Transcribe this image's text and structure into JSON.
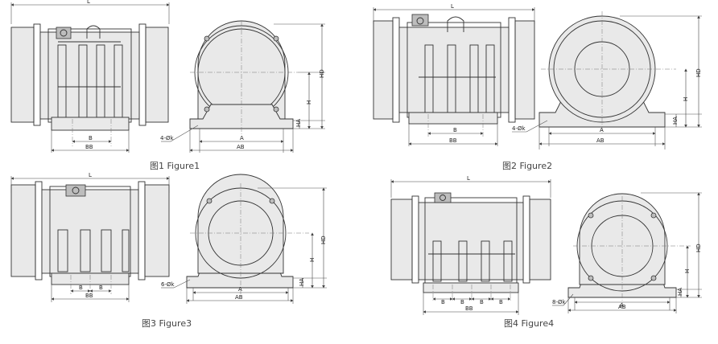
{
  "figures": [
    {
      "caption": "图1 Figure1",
      "side": {
        "L": "L",
        "B": "B",
        "BB": "BB"
      },
      "end": {
        "A": "A",
        "AB": "AB",
        "H": "H",
        "HD": "HD",
        "HA": "HA",
        "hole": "4-Øk"
      }
    },
    {
      "caption": "图2 Figure2",
      "side": {
        "L": "L",
        "B": "B",
        "BB": "BB"
      },
      "end": {
        "A": "A",
        "AB": "AB",
        "H": "H",
        "HD": "HD",
        "HA": "HA",
        "hole": "4-Øk"
      }
    },
    {
      "caption": "图3 Figure3",
      "side": {
        "L": "L",
        "B1": "B",
        "B2": "B",
        "BB": "BB"
      },
      "end": {
        "A": "A",
        "AB": "AB",
        "H": "H",
        "HD": "HD",
        "HA": "HA",
        "hole": "6-Øk"
      }
    },
    {
      "caption": "图4 Figure4",
      "side": {
        "L": "L",
        "B1": "B",
        "B2": "B",
        "B3": "B",
        "B4": "B",
        "BB": "BB"
      },
      "end": {
        "A": "A",
        "AB": "AB",
        "H": "H",
        "HD": "HD",
        "HA": "HA",
        "hole": "8-Øk"
      }
    }
  ]
}
